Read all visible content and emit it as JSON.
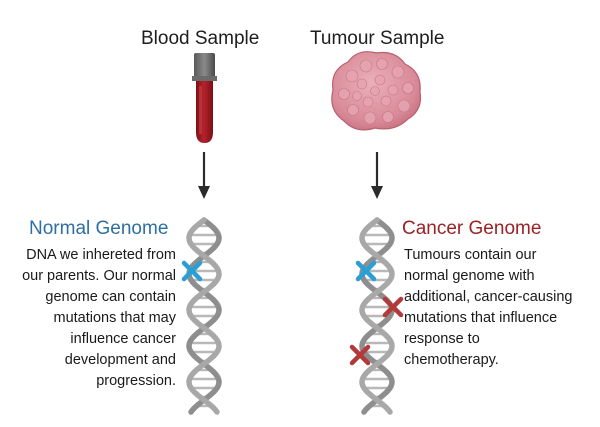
{
  "blood": {
    "title": "Blood Sample"
  },
  "tumour": {
    "title": "Tumour Sample"
  },
  "normal_genome": {
    "title": "Normal Genome",
    "lines": [
      "DNA we inhereted from",
      "our parents. Our normal",
      "genome can contain",
      "mutations that may",
      "influence cancer",
      "development and",
      "progression."
    ]
  },
  "cancer_genome": {
    "title": "Cancer Genome",
    "lines": [
      "Tumours contain our",
      "normal genome with",
      "additional, cancer-causing",
      "mutations that influence",
      "response to",
      "chemotherapy."
    ]
  },
  "colors": {
    "normal_title": "#2e6fa3",
    "cancer_title": "#9b2226",
    "inherited_mutation": "#2a9fd6",
    "cancer_mutation": "#b23a3a",
    "dna_strand": "#9a9a9a",
    "blood": "#9e1b22",
    "tumour": "#d98a98"
  },
  "icons": {
    "blood": "blood-tube-icon",
    "tumour": "tumour-icon",
    "arrow": "arrow-down-icon",
    "dna": "dna-helix-icon",
    "mutation": "mutation-x-icon"
  }
}
